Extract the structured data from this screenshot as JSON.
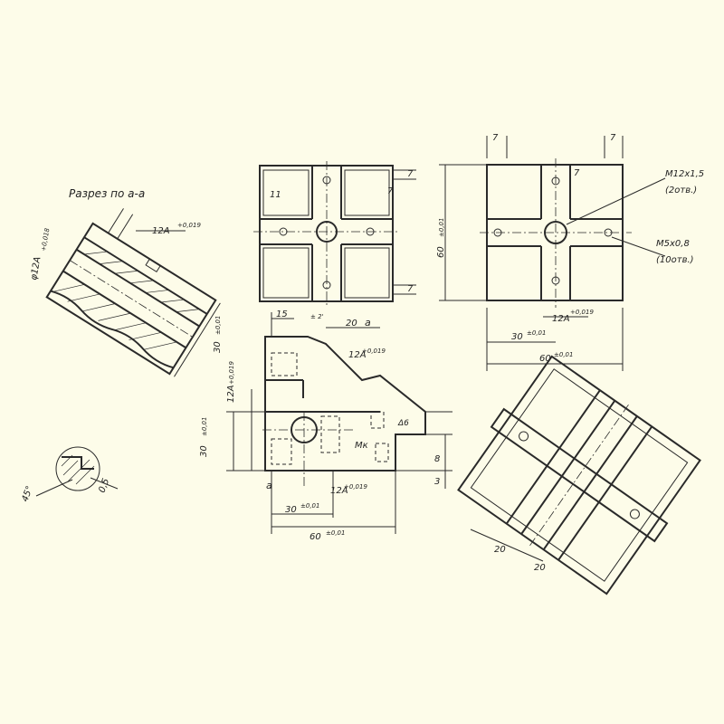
{
  "section_title": "Разрез по а-а",
  "dims": {
    "d_12a_top": "12А",
    "tol_019": "+0,019",
    "d_phi12": "φ12А",
    "tol_018": "+0,018",
    "d_30": "30",
    "tol_001": "±0,01",
    "d_7": "7",
    "d_11": "11",
    "d_60": "60",
    "d_15": "15",
    "ang_8": "8",
    "ang_tol": "± 2'",
    "d_20": "20",
    "sect_a": "а",
    "d_12": "12",
    "d_8": "8",
    "d_3": "3",
    "d_mk": "Мк",
    "d_6": "6",
    "d_045": "0,5",
    "ang_45": "45°",
    "thread_m12": "М12х1,5",
    "thread_m12_qty": "(2отв.)",
    "thread_m5": "М5х0,8",
    "thread_m5_qty": "(10отв.)",
    "d_20a": "20",
    "d_20b": "20",
    "d_sq6": "Δ6"
  }
}
